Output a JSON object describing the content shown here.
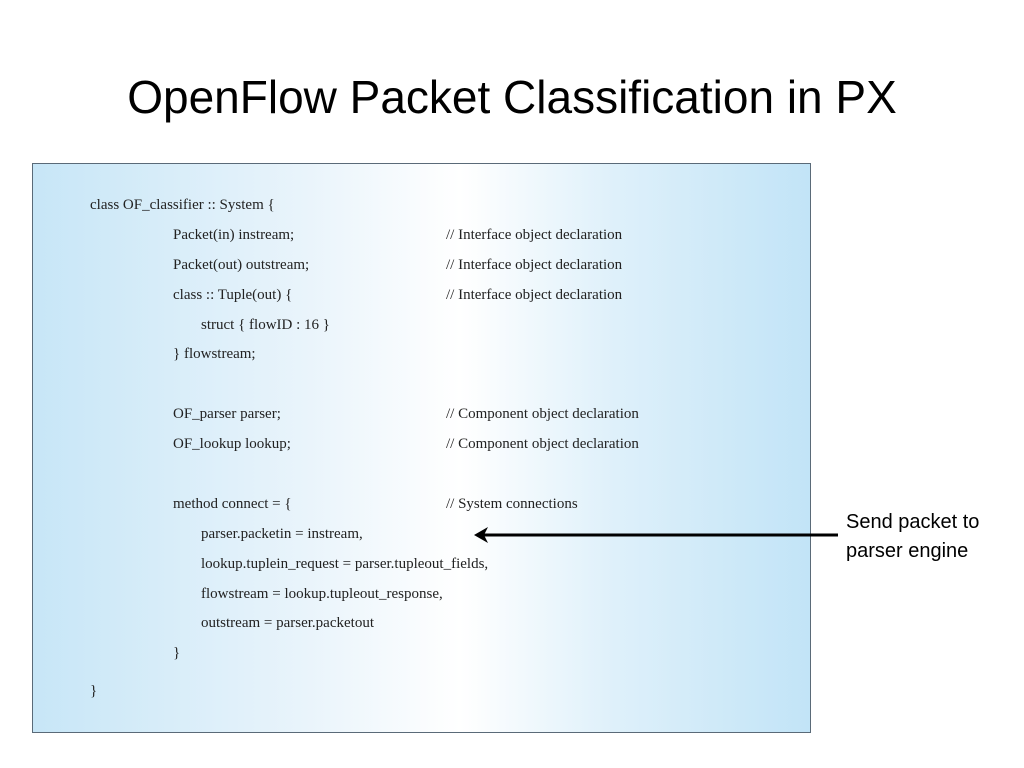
{
  "slide": {
    "title": "OpenFlow Packet Classification in PX"
  },
  "code": {
    "lines": [
      {
        "code": "class OF_classifier :: System {",
        "comment": ""
      },
      {
        "code": "Packet(in) instream;",
        "comment": "// Interface object declaration"
      },
      {
        "code": "Packet(out) outstream;",
        "comment": "// Interface object declaration"
      },
      {
        "code": "class :: Tuple(out) {",
        "comment": "// Interface object declaration"
      },
      {
        "code": "struct { flowID : 16 }",
        "comment": ""
      },
      {
        "code": "} flowstream;",
        "comment": ""
      },
      {
        "code": "OF_parser parser;",
        "comment": "// Component object declaration"
      },
      {
        "code": "OF_lookup lookup;",
        "comment": "// Component object declaration"
      },
      {
        "code": "method connect = {",
        "comment": "// System connections"
      },
      {
        "code": "parser.packetin = instream,",
        "comment": ""
      },
      {
        "code": "lookup.tuplein_request = parser.tupleout_fields,",
        "comment": ""
      },
      {
        "code": "flowstream = lookup.tupleout_response,",
        "comment": ""
      },
      {
        "code": "outstream = parser.packetout",
        "comment": ""
      },
      {
        "code": "}",
        "comment": ""
      },
      {
        "code": "}",
        "comment": ""
      }
    ]
  },
  "annotation": {
    "line1": "Send packet to",
    "line2": "parser engine"
  }
}
